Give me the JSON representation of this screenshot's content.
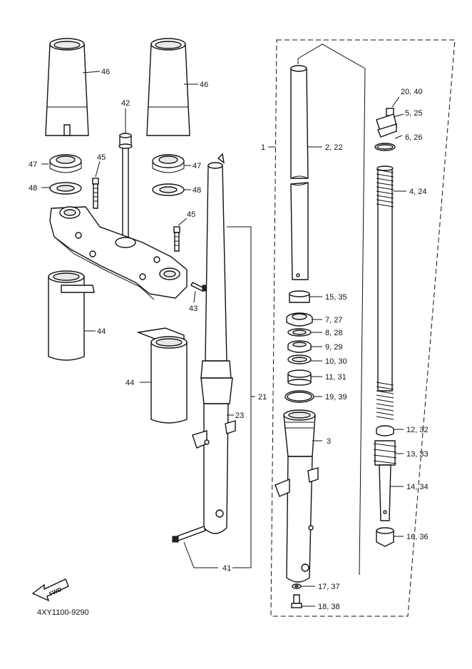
{
  "labels": {
    "l1": "1",
    "l2_22": "2, 22",
    "l3": "3",
    "l4_24": "4, 24",
    "l5_25": "5, 25",
    "l6_26": "6, 26",
    "l7_27": "7, 27",
    "l8_28": "8, 28",
    "l9_29": "9, 29",
    "l10_30": "10, 30",
    "l11_31": "11, 31",
    "l12_32": "12, 32",
    "l13_33": "13, 33",
    "l14_34": "14, 34",
    "l15_35": "15, 35",
    "l16_36": "16, 36",
    "l17_37": "17, 37",
    "l18_38": "18, 38",
    "l19_39": "19, 39",
    "l20_40": "20, 40",
    "l21": "21",
    "l23": "23",
    "l41": "41",
    "l42": "42",
    "l43": "43",
    "l44a": "44",
    "l44b": "44",
    "l45a": "45",
    "l45b": "45",
    "l46a": "46",
    "l46b": "46",
    "l47a": "47",
    "l47b": "47",
    "l48a": "48",
    "l48b": "48"
  },
  "fwd_label": "FWD",
  "drawing_code": "4XY1100-9290"
}
